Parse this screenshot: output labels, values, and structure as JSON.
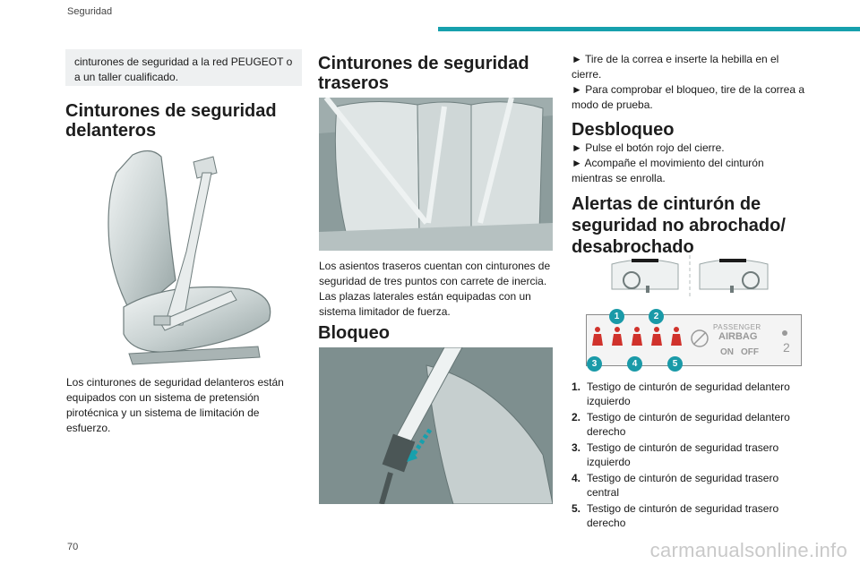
{
  "header": {
    "section": "Seguridad",
    "accent_color": "#17a0ad"
  },
  "page_number": "70",
  "watermark": "carmanualsonline.info",
  "left_column": {
    "note": "cinturones de seguridad a la red PEUGEOT o a un taller cualificado.",
    "front_title": "Cinturones de seguridad delanteros",
    "front_text": "Los cinturones de seguridad delanteros están equipados con un sistema de pretensión pirotécnica y un sistema de limitación de esfuerzo."
  },
  "middle_column": {
    "rear_title": "Cinturones de seguridad traseros",
    "rear_text": "Los asientos traseros cuentan con cinturones de seguridad de tres puntos con carrete de inercia. Las plazas laterales están equipadas con un sistema limitador de fuerza.",
    "lock_title": "Bloqueo"
  },
  "right_column": {
    "lock_steps": [
      "► Tire de la correa e inserte la hebilla en el cierre.",
      "► Para comprobar el bloqueo, tire de la correa a modo de prueba."
    ],
    "unlock_title": "Desbloqueo",
    "unlock_steps": [
      "► Pulse el botón rojo del cierre.",
      "► Acompañe el movimiento del cinturón mientras se enrolla."
    ],
    "alerts_title": "Alertas de cinturón de seguridad no abrochado/ desabrochado",
    "panel": {
      "callouts": [
        "1",
        "2",
        "3",
        "4",
        "5"
      ],
      "passenger_label": "PASSENGER",
      "airbag_label": "AIRBAG",
      "on_label": "ON",
      "off_label": "OFF",
      "seat_number": "2"
    },
    "legend": [
      {
        "num": "1.",
        "text": "Testigo de cinturón de seguridad delantero izquierdo"
      },
      {
        "num": "2.",
        "text": "Testigo de cinturón de seguridad delantero derecho"
      },
      {
        "num": "3.",
        "text": "Testigo de cinturón de seguridad trasero izquierdo"
      },
      {
        "num": "4.",
        "text": "Testigo de cinturón de seguridad trasero central"
      },
      {
        "num": "5.",
        "text": "Testigo de cinturón de seguridad trasero derecho"
      }
    ]
  }
}
